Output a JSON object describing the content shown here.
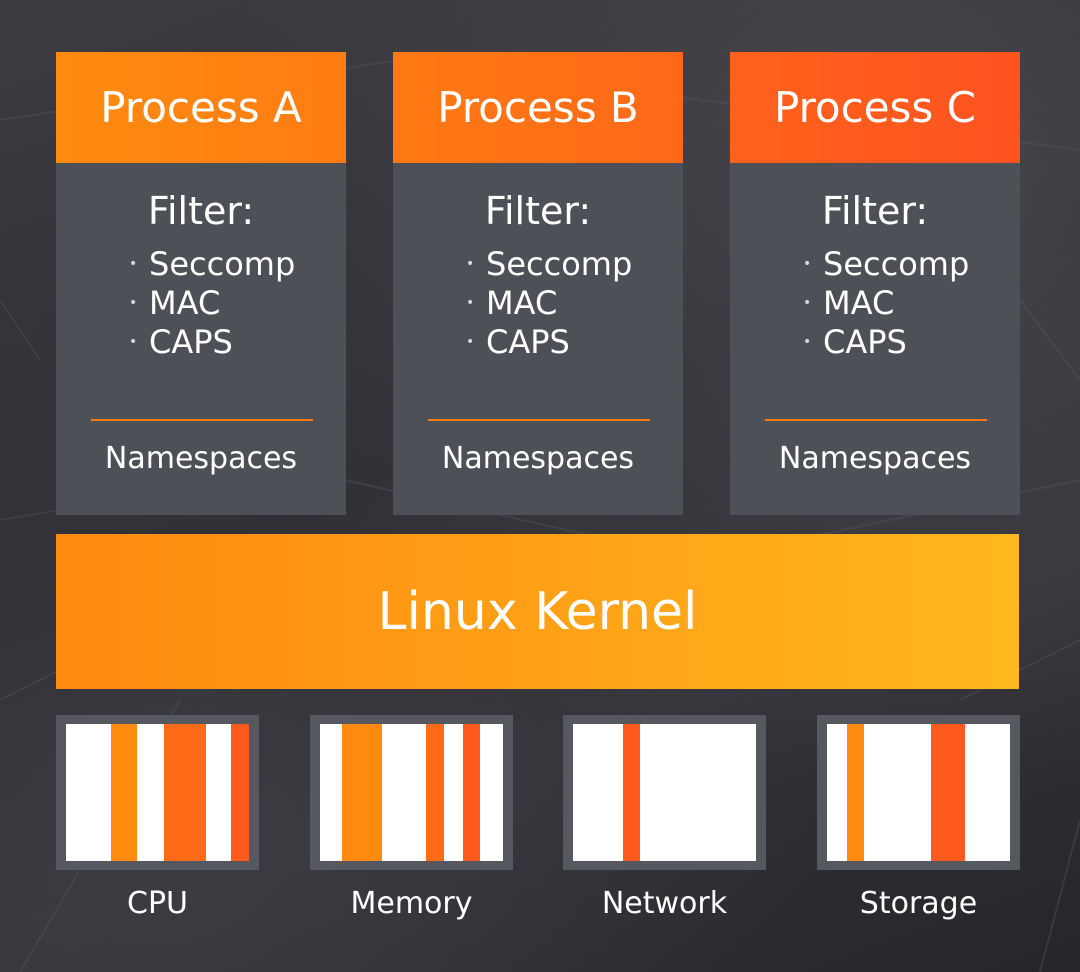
{
  "colors": {
    "orange": "#ff8a10",
    "red_orange": "#ff5a1e",
    "panel": "#4d5056",
    "kernel_start": "#ff8a10",
    "kernel_end": "#ffb81e"
  },
  "processes": [
    {
      "title": "Process A",
      "filter_label": "Filter:",
      "filters": [
        "Seccomp",
        "MAC",
        "CAPS"
      ],
      "namespaces_label": "Namespaces"
    },
    {
      "title": "Process B",
      "filter_label": "Filter:",
      "filters": [
        "Seccomp",
        "MAC",
        "CAPS"
      ],
      "namespaces_label": "Namespaces"
    },
    {
      "title": "Process C",
      "filter_label": "Filter:",
      "filters": [
        "Seccomp",
        "MAC",
        "CAPS"
      ],
      "namespaces_label": "Namespaces"
    }
  ],
  "kernel": {
    "label": "Linux Kernel"
  },
  "resources": [
    {
      "label": "CPU"
    },
    {
      "label": "Memory"
    },
    {
      "label": "Network"
    },
    {
      "label": "Storage"
    }
  ]
}
